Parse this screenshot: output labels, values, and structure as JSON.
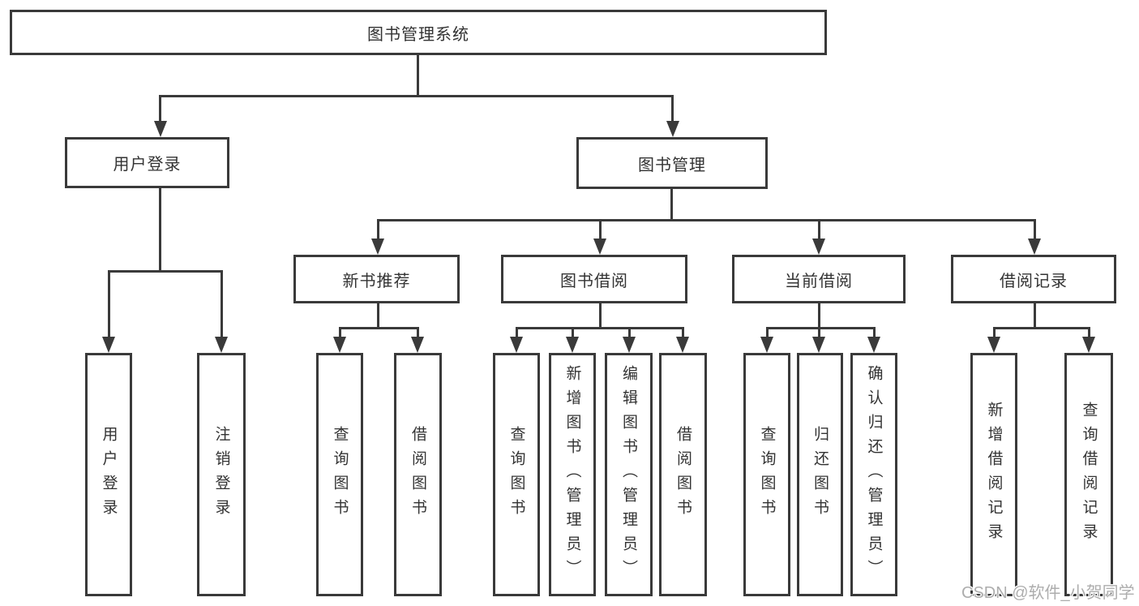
{
  "diagram": {
    "root": {
      "label": "图书管理系统"
    },
    "branches": [
      {
        "label": "用户登录",
        "children": [
          {
            "label": "用户登录"
          },
          {
            "label": "注销登录"
          }
        ]
      },
      {
        "label": "图书管理",
        "children": [
          {
            "label": "新书推荐",
            "children": [
              {
                "label": "查询图书"
              },
              {
                "label": "借阅图书"
              }
            ]
          },
          {
            "label": "图书借阅",
            "children": [
              {
                "label": "查询图书"
              },
              {
                "label": "新增图书（管理员）"
              },
              {
                "label": "编辑图书（管理员）"
              },
              {
                "label": "借阅图书"
              }
            ]
          },
          {
            "label": "当前借阅",
            "children": [
              {
                "label": "查询图书"
              },
              {
                "label": "归还图书"
              },
              {
                "label": "确认归还（管理员）"
              }
            ]
          },
          {
            "label": "借阅记录",
            "children": [
              {
                "label": "新增借阅记录"
              },
              {
                "label": "查询借阅记录"
              }
            ]
          }
        ]
      }
    ]
  },
  "watermark": {
    "text": "CSDN @软件_小贺同学"
  },
  "colors": {
    "line": "#3a3a3a",
    "text": "#333333",
    "background": "#ffffff",
    "watermark": "#adadad"
  }
}
